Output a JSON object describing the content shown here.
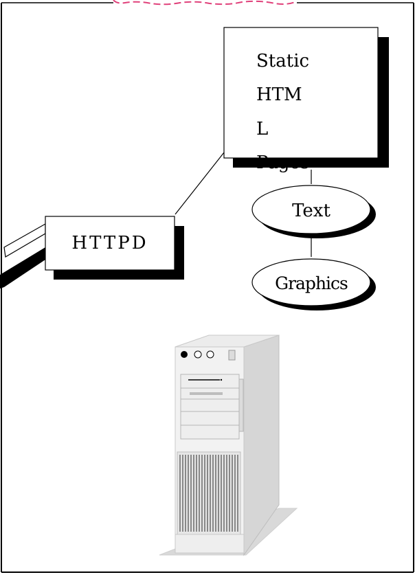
{
  "diagram": {
    "httpd_box": {
      "label": "HTTPD"
    },
    "static_pages_box": {
      "lines": [
        "Static",
        "HTM",
        "L",
        "Pages"
      ]
    },
    "text_ellipse": {
      "label": "Text"
    },
    "graphics_ellipse": {
      "label": "Graphics"
    },
    "server": {
      "icon": "server-tower-icon"
    },
    "colors": {
      "frame_border": "#000000",
      "top_accent": "#e0407a",
      "shadow": "#000000",
      "server_light": "#f2f2f2",
      "server_mid": "#d9d9d9",
      "server_dark": "#bdbdbd"
    }
  }
}
